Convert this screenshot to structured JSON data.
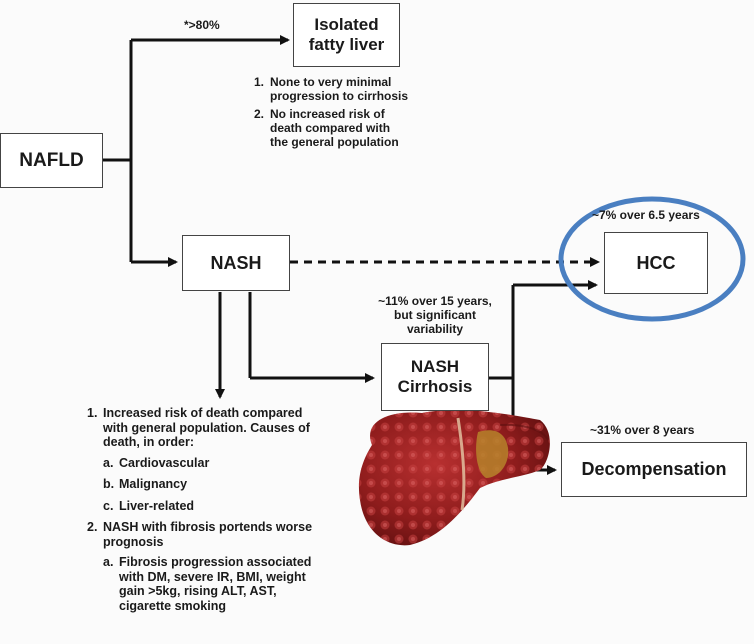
{
  "colors": {
    "line": "#111111",
    "box_border": "#444444",
    "hcc_ring": "#4a7fc1",
    "liver_dark": "#7a1414",
    "liver_mid": "#a32222"
  },
  "nodes": {
    "nafld": "NAFLD",
    "isolated_fatty_liver": "Isolated\nfatty liver",
    "nash": "NASH",
    "hcc": "HCC",
    "nash_cirrhosis": "NASH\nCirrhosis",
    "decompensation": "Decompensation"
  },
  "edge_labels": {
    "to_isolated": "*>80%",
    "to_hcc": "~7% over 6.5 years",
    "to_cirrhosis": "~11% over 15 years,\nbut significant\nvariability",
    "to_decompensation": "~31% over 8 years"
  },
  "isolated_notes": [
    {
      "num": "1.",
      "text": "None to very minimal\nprogression to cirrhosis"
    },
    {
      "num": "2.",
      "text": "No increased risk of\ndeath compared with\nthe general population"
    }
  ],
  "nash_notes": {
    "item1": {
      "num": "1.",
      "text": "Increased risk of death compared\nwith general population. Causes of\ndeath, in order:"
    },
    "item1_subs": [
      {
        "num": "a.",
        "text": "Cardiovascular"
      },
      {
        "num": "b.",
        "text": "Malignancy"
      },
      {
        "num": "c.",
        "text": "Liver-related"
      }
    ],
    "item2": {
      "num": "2.",
      "text": "NASH with fibrosis portends worse\nprognosis"
    },
    "item2_subs": [
      {
        "num": "a.",
        "text": "Fibrosis progression associated\nwith DM, severe IR, BMI, weight\ngain >5kg, rising ALT, AST,\ncigarette smoking"
      }
    ]
  }
}
